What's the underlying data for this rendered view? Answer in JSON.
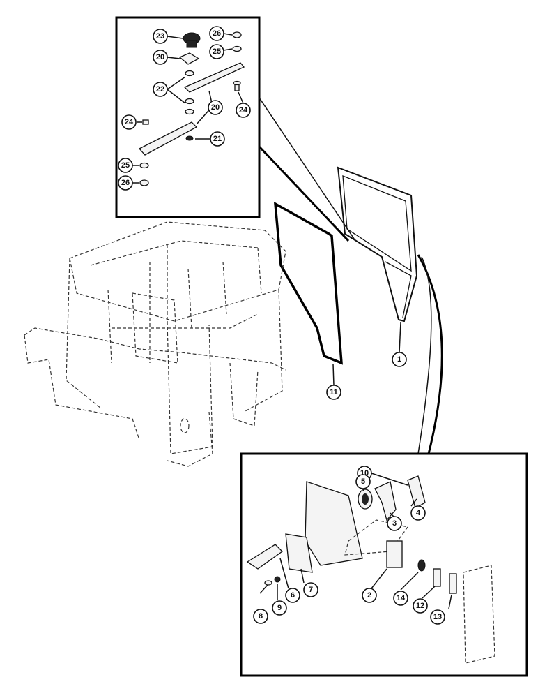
{
  "callouts": {
    "c23": "23",
    "c20a": "20",
    "c22": "22",
    "c20b": "20",
    "c24a": "24",
    "c26a": "26",
    "c25a": "25",
    "c24b": "24",
    "c21": "21",
    "c25b": "25",
    "c26b": "26",
    "c1": "1",
    "c11": "11",
    "c10": "10",
    "c5": "5",
    "c4": "4",
    "c3": "3",
    "c7": "7",
    "c6": "6",
    "c2": "2",
    "c14": "14",
    "c12": "12",
    "c13": "13",
    "c8": "8",
    "c9": "9"
  }
}
